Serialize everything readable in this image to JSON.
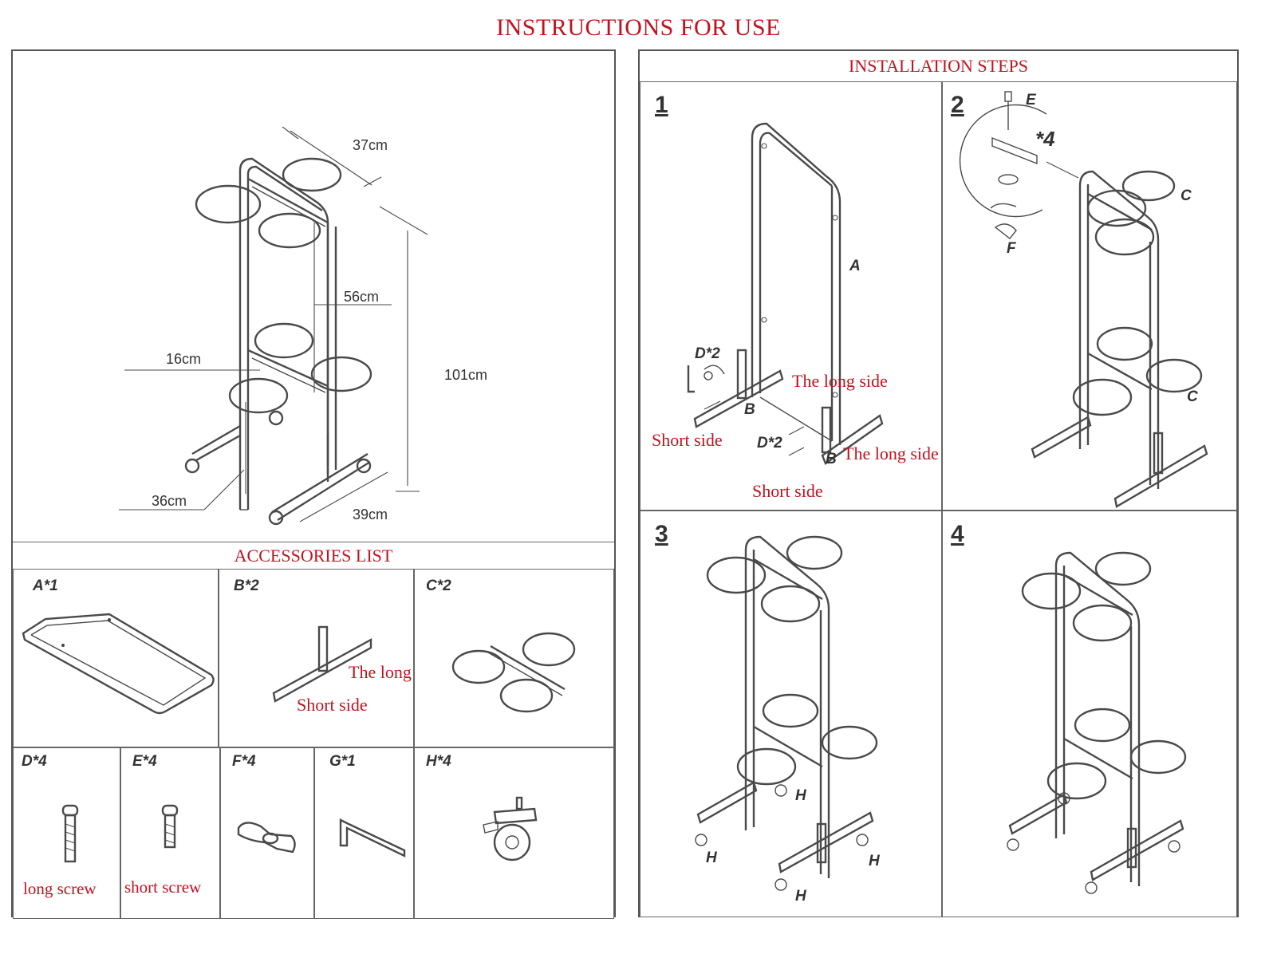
{
  "page_title": "INSTRUCTIONS FOR USE",
  "dimensions": {
    "width": "37cm",
    "depth_rings": "56cm",
    "height": "101cm",
    "ring_gap": "16cm",
    "lower": "36cm",
    "base": "39cm"
  },
  "accessories": {
    "header": "ACCESSORIES LIST",
    "a": {
      "label": "A*1"
    },
    "b": {
      "label": "B*2",
      "long_side": "The long side",
      "short_side": "Short side"
    },
    "c": {
      "label": "C*2"
    },
    "d": {
      "label": "D*4",
      "caption": "long screw"
    },
    "e": {
      "label": "E*4",
      "caption": "short screw"
    },
    "f": {
      "label": "F*4"
    },
    "g": {
      "label": "G*1"
    },
    "h": {
      "label": "H*4"
    }
  },
  "installation": {
    "header": "INSTALLATION STEPS",
    "step1": {
      "number": "1",
      "part_a": "A",
      "part_d_left": "D*2",
      "part_d_right": "D*2",
      "part_b_left": "B",
      "part_b_right": "B",
      "long_side_top": "The long side",
      "long_side_bottom": "The long side",
      "short_side_left": "Short side",
      "short_side_bottom": "Short side"
    },
    "step2": {
      "number": "2",
      "part_e": "E",
      "count": "*4",
      "part_f": "F",
      "part_c_top": "C",
      "part_c_bottom": "C"
    },
    "step3": {
      "number": "3",
      "part_h1": "H",
      "part_h2": "H",
      "part_h3": "H",
      "part_h4": "H"
    },
    "step4": {
      "number": "4"
    }
  }
}
